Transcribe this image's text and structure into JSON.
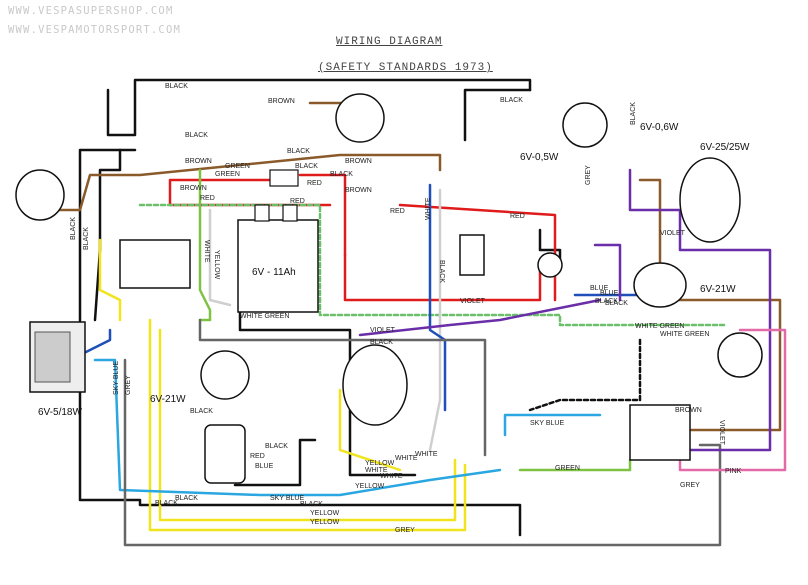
{
  "watermarks": [
    "WWW.VESPASUPERSHOP.COM",
    "WWW.VESPAMOTORSPORT.COM"
  ],
  "title": "WIRING DIAGRAM",
  "subtitle": "(SAFETY STANDARDS 1973)",
  "colors": {
    "black": "#111111",
    "brown": "#8a5a2b",
    "red": "#e01b1b",
    "green": "#7ec242",
    "yellow": "#f0e41c",
    "white": "#cfcfcf",
    "blue": "#1f4fb8",
    "sky_blue": "#2aa6e0",
    "grey": "#666666",
    "violet": "#6a2ea8",
    "pink": "#e26aa8",
    "white_green": "#6cc06c"
  },
  "components": {
    "battery_label": "6V - 11Ah",
    "horn_lamp_label": "6V-0,5W",
    "tail_label": "6V-5/18W",
    "front_turn_label": "6V-21W",
    "rear_turn_label": "6V-21W",
    "top_lamp_label": "6V-0,6W",
    "headlamp_label": "6V-25/25W"
  },
  "wire_labels": [
    "BLACK",
    "BROWN",
    "BLACK",
    "BLACK",
    "BROWN",
    "BLACK",
    "BROWN",
    "GREEN",
    "BLACK",
    "RED",
    "RED",
    "BROWN",
    "RED",
    "BROWN",
    "RED",
    "BLACK",
    "BLACK",
    "WHITE",
    "YELLOW",
    "WHITE GREEN",
    "VIOLET",
    "BLACK",
    "GREY",
    "BLACK",
    "WHITE",
    "RED",
    "VIOLET",
    "BLUE",
    "BLACK",
    "WHITE GREEN",
    "WHITE GREEN",
    "BLACK",
    "SKY BLUE",
    "GREY",
    "BLACK",
    "BLACK",
    "RED",
    "BLUE",
    "YELLOW",
    "WHITE",
    "WHITE",
    "YELLOW",
    "GREEN",
    "SKY BLUE",
    "BLACK",
    "YELLOW",
    "YELLOW",
    "GREY",
    "GREY",
    "BROWN",
    "VIOLET",
    "PINK",
    "WHITE",
    "BLACK",
    "BLACK",
    "SKY BLUE",
    "VIOLET",
    "BLACK",
    "BLACK",
    "WHITE",
    "GREEN",
    "BLUE"
  ]
}
